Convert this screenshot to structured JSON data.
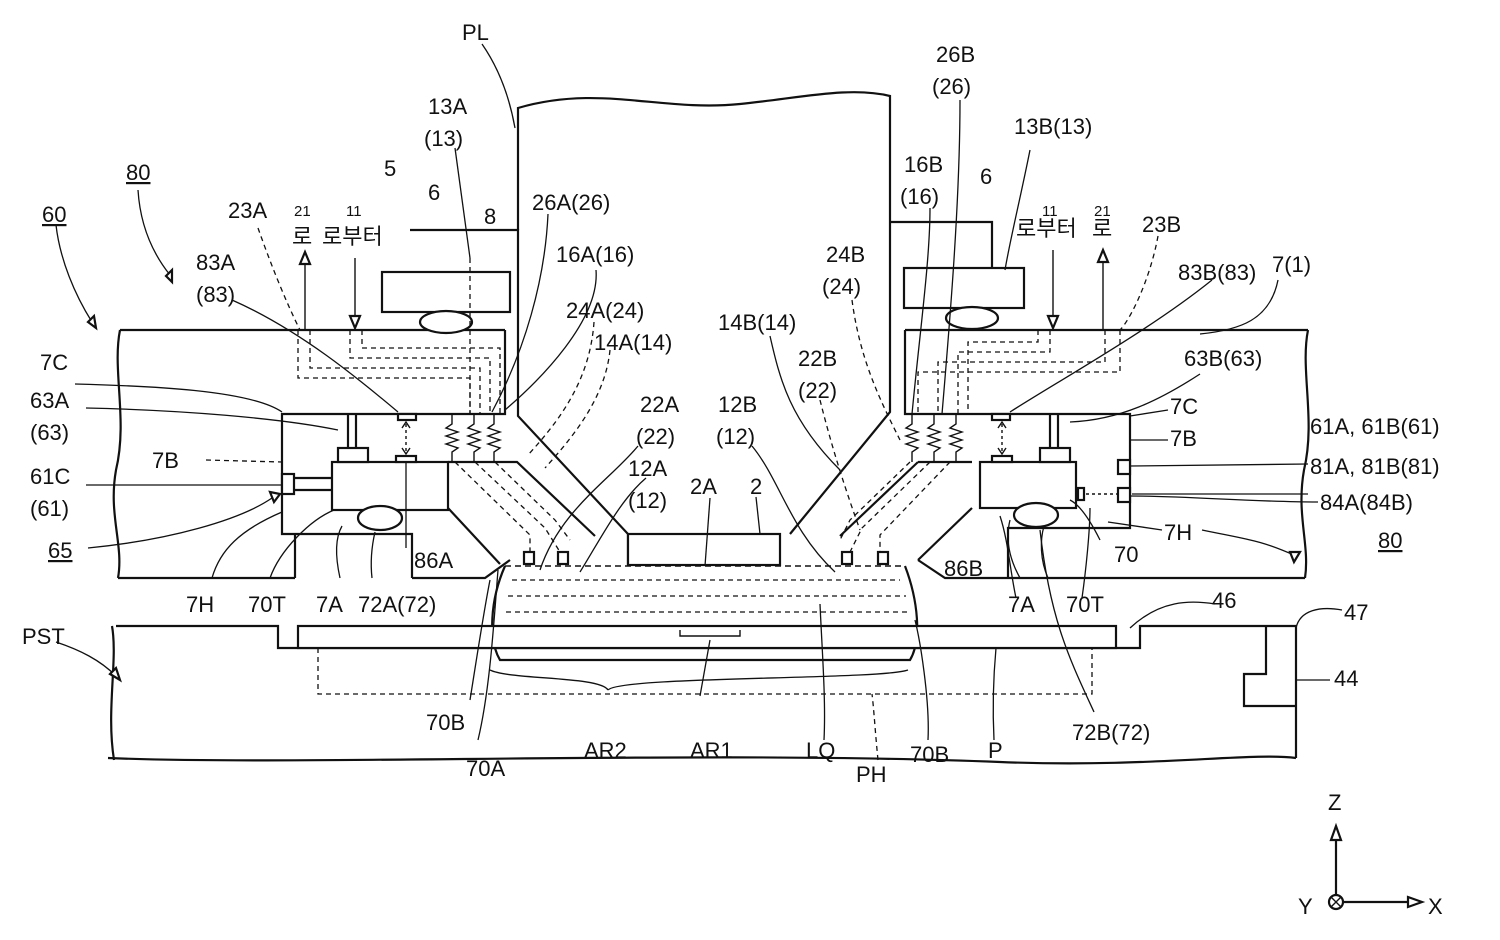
{
  "labels": {
    "PL": "PL",
    "l80_left": "80",
    "l60": "60",
    "l23A": "23A",
    "l21_left": "21",
    "l11_left": "11",
    "ro_left": "로",
    "robuteo_left": "로부터",
    "l5": "5",
    "l6_left": "6",
    "l8": "8",
    "l13A": "13A",
    "l13A_p": "(13)",
    "l26A": "26A(26)",
    "l16A": "16A(16)",
    "l83A": "83A",
    "l83A_p": "(83)",
    "l24A": "24A(24)",
    "l14A": "14A(14)",
    "l7C_left": "7C",
    "l63A": "63A",
    "l63A_p": "(63)",
    "l7B_left": "7B",
    "l61C": "61C",
    "l61C_p": "(61)",
    "l65": "65",
    "l86A": "86A",
    "l7H_left": "7H",
    "l70T_left": "70T",
    "l7A_left": "7A",
    "l72A": "72A(72)",
    "l22A": "22A",
    "l22A_p": "(22)",
    "l12A": "12A",
    "l12A_p": "(12)",
    "l12B": "12B",
    "l12B_p": "(12)",
    "l2A": "2A",
    "l2": "2",
    "l14B": "14B(14)",
    "l22B": "22B",
    "l22B_p": "(22)",
    "l24B": "24B",
    "l24B_p": "(24)",
    "l16B": "16B",
    "l16B_p": "(16)",
    "l26B": "26B",
    "l26B_p": "(26)",
    "l6_right": "6",
    "l13B": "13B(13)",
    "l11_right": "11",
    "l21_right": "21",
    "robuteo_right": "로부터",
    "ro_right": "로",
    "l23B": "23B",
    "l83B": "83B(83)",
    "l7_1": "7(1)",
    "l63B": "63B(63)",
    "l7C_right": "7C",
    "l7B_right": "7B",
    "l61AB": "61A, 61B(61)",
    "l81AB": "81A, 81B(81)",
    "l84A": "84A(84B)",
    "l80_right": "80",
    "l7H_right": "7H",
    "l70_right": "70",
    "l86B": "86B",
    "l7A_right": "7A",
    "l70T_right": "70T",
    "l46": "46",
    "l47": "47",
    "l44": "44",
    "PST": "PST",
    "l70B_left": "70B",
    "l70A": "70A",
    "AR2": "AR2",
    "AR1": "AR1",
    "LQ": "LQ",
    "PH": "PH",
    "l70B_right": "70B",
    "P": "P",
    "l72B": "72B(72)",
    "axis_z": "Z",
    "axis_y": "Y",
    "axis_x": "X"
  }
}
